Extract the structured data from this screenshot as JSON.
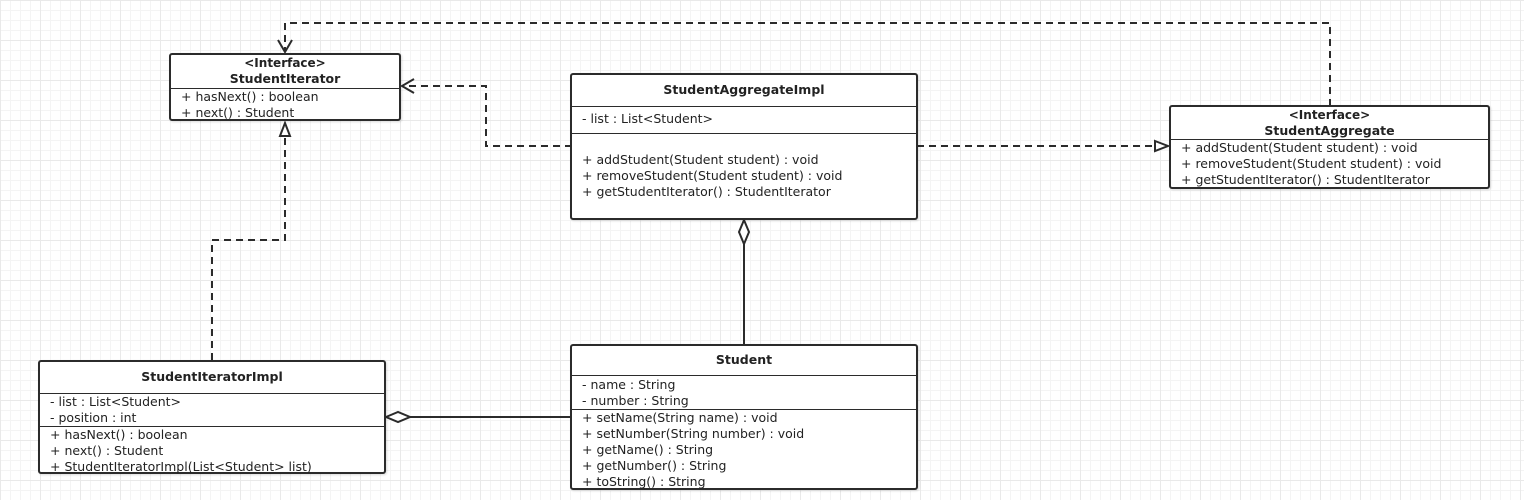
{
  "student_iterator": {
    "stereotype": "<Interface>",
    "name": "StudentIterator",
    "methods": [
      "+ hasNext() : boolean",
      "+ next() : Student"
    ]
  },
  "student_aggregate_impl": {
    "name": "StudentAggregateImpl",
    "attributes": [
      "- list : List<Student>"
    ],
    "methods": [
      "+ addStudent(Student student) : void",
      "+ removeStudent(Student student) : void",
      "+ getStudentIterator() : StudentIterator"
    ]
  },
  "student_aggregate": {
    "stereotype": "<Interface>",
    "name": "StudentAggregate",
    "methods": [
      "+ addStudent(Student student) : void",
      "+ removeStudent(Student student) : void",
      "+ getStudentIterator() : StudentIterator"
    ]
  },
  "student_iterator_impl": {
    "name": "StudentIteratorImpl",
    "attributes": [
      "- list : List<Student>",
      "- position : int"
    ],
    "methods": [
      "+ hasNext() : boolean",
      "+ next() : Student",
      "+ StudentIteratorImpl(List<Student> list)"
    ]
  },
  "student": {
    "name": "Student",
    "attributes": [
      "- name : String",
      "- number : String"
    ],
    "methods": [
      "+ setName(String name) : void",
      "+ setNumber(String number) : void",
      "+ getName() : String",
      "+ getNumber() : String",
      "+ toString() : String"
    ]
  },
  "relationships": [
    {
      "from": "StudentAggregate",
      "to": "StudentIterator",
      "kind": "dependency"
    },
    {
      "from": "StudentAggregateImpl",
      "to": "StudentIterator",
      "kind": "dependency"
    },
    {
      "from": "StudentAggregateImpl",
      "to": "StudentAggregate",
      "kind": "realization"
    },
    {
      "from": "StudentIteratorImpl",
      "to": "StudentIterator",
      "kind": "realization"
    },
    {
      "from": "StudentAggregateImpl",
      "to": "Student",
      "kind": "aggregation"
    },
    {
      "from": "StudentIteratorImpl",
      "to": "Student",
      "kind": "aggregation"
    }
  ]
}
